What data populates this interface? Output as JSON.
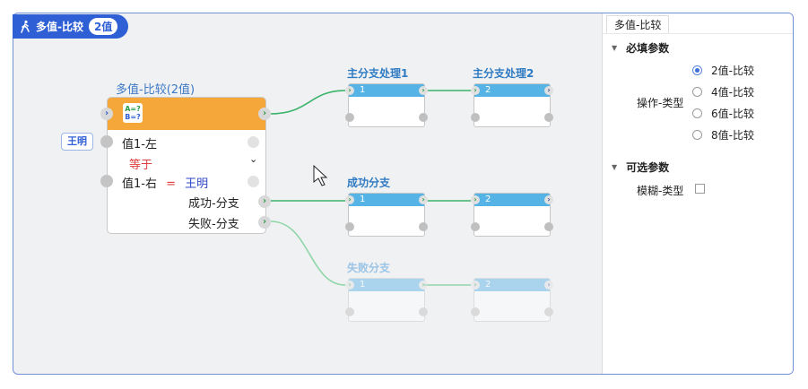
{
  "header": {
    "title": "多值-比较",
    "badge": "2值"
  },
  "node": {
    "title": "多值-比较(2值)",
    "icon_line1": "A=?",
    "icon_line2": "B=?",
    "left_label": "值1-左",
    "operator": "等于",
    "right_label": "值1-右",
    "equals_sign": "=",
    "right_value": "王明",
    "success": "成功-分支",
    "fail": "失败-分支",
    "tag": "王明"
  },
  "branches": {
    "main": {
      "label": "主分支处理1",
      "label2": "主分支处理2",
      "n1": "1",
      "n2": "2"
    },
    "success": {
      "label": "成功分支",
      "n1": "1",
      "n2": "2"
    },
    "fail": {
      "label": "失败分支",
      "n1": "1",
      "n2": "2"
    }
  },
  "panel": {
    "tab": "多值-比较",
    "required_title": "必填参数",
    "op_label": "操作-类型",
    "options": [
      "2值-比较",
      "4值-比较",
      "6值-比较",
      "8值-比较"
    ],
    "selected": "2值-比较",
    "optional_title": "可选参数",
    "fuzzy_label": "模糊-类型"
  },
  "colors": {
    "accent": "#2f5fd4",
    "node_header": "#f6a73a",
    "branch_bar": "#56b3e6",
    "link": "#3bb36a"
  }
}
